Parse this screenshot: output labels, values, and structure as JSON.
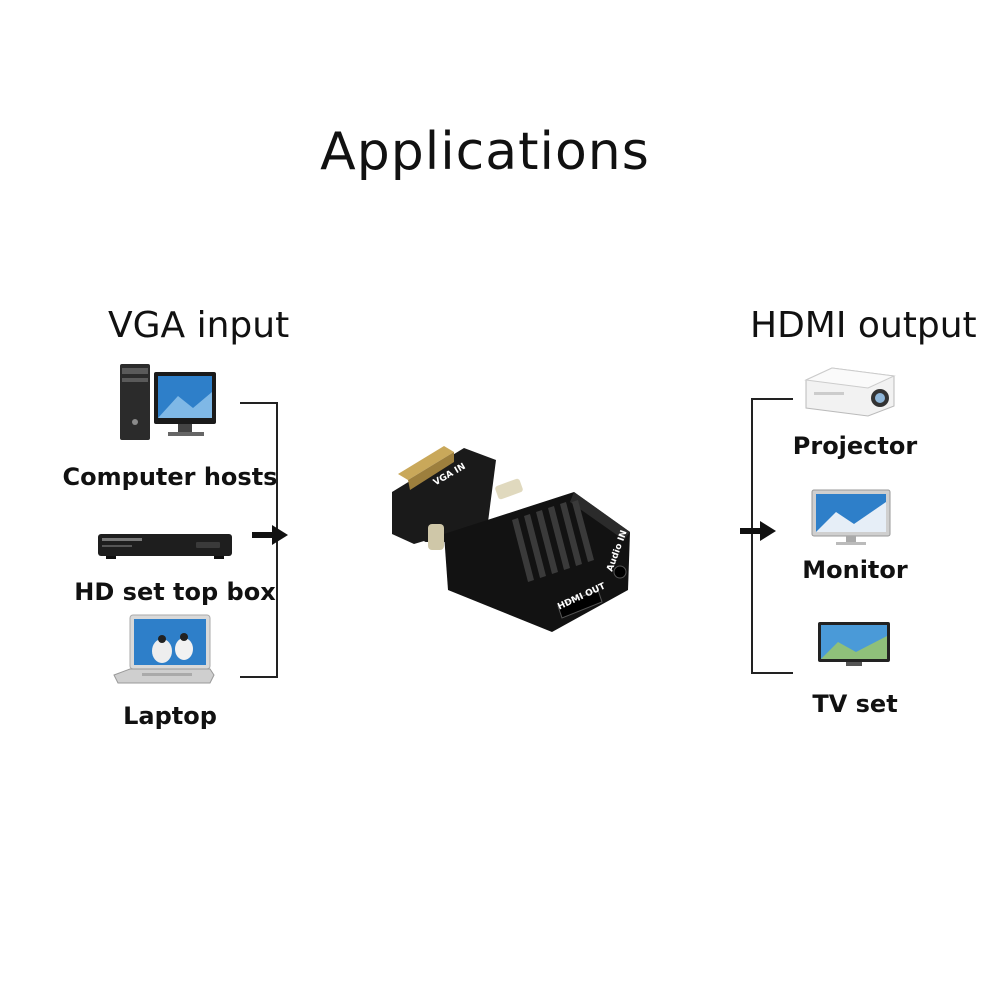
{
  "title": "Applications",
  "input": {
    "heading": "VGA input",
    "devices": [
      {
        "label": "Computer hosts",
        "icon": "desktop-computer-icon"
      },
      {
        "label": "HD set top box",
        "icon": "set-top-box-icon"
      },
      {
        "label": "Laptop",
        "icon": "laptop-icon"
      }
    ]
  },
  "output": {
    "heading": "HDMI output",
    "devices": [
      {
        "label": "Projector",
        "icon": "projector-icon"
      },
      {
        "label": "Monitor",
        "icon": "monitor-icon"
      },
      {
        "label": "TV set",
        "icon": "tv-icon"
      }
    ]
  },
  "adapter": {
    "port_vga": "VGA IN",
    "port_hdmi": "HDMI OUT",
    "port_audio": "Audio IN"
  },
  "colors": {
    "adapter_body": "#121212",
    "screen_blue": "#2e7fc9",
    "device_silver": "#d9d9d9"
  }
}
